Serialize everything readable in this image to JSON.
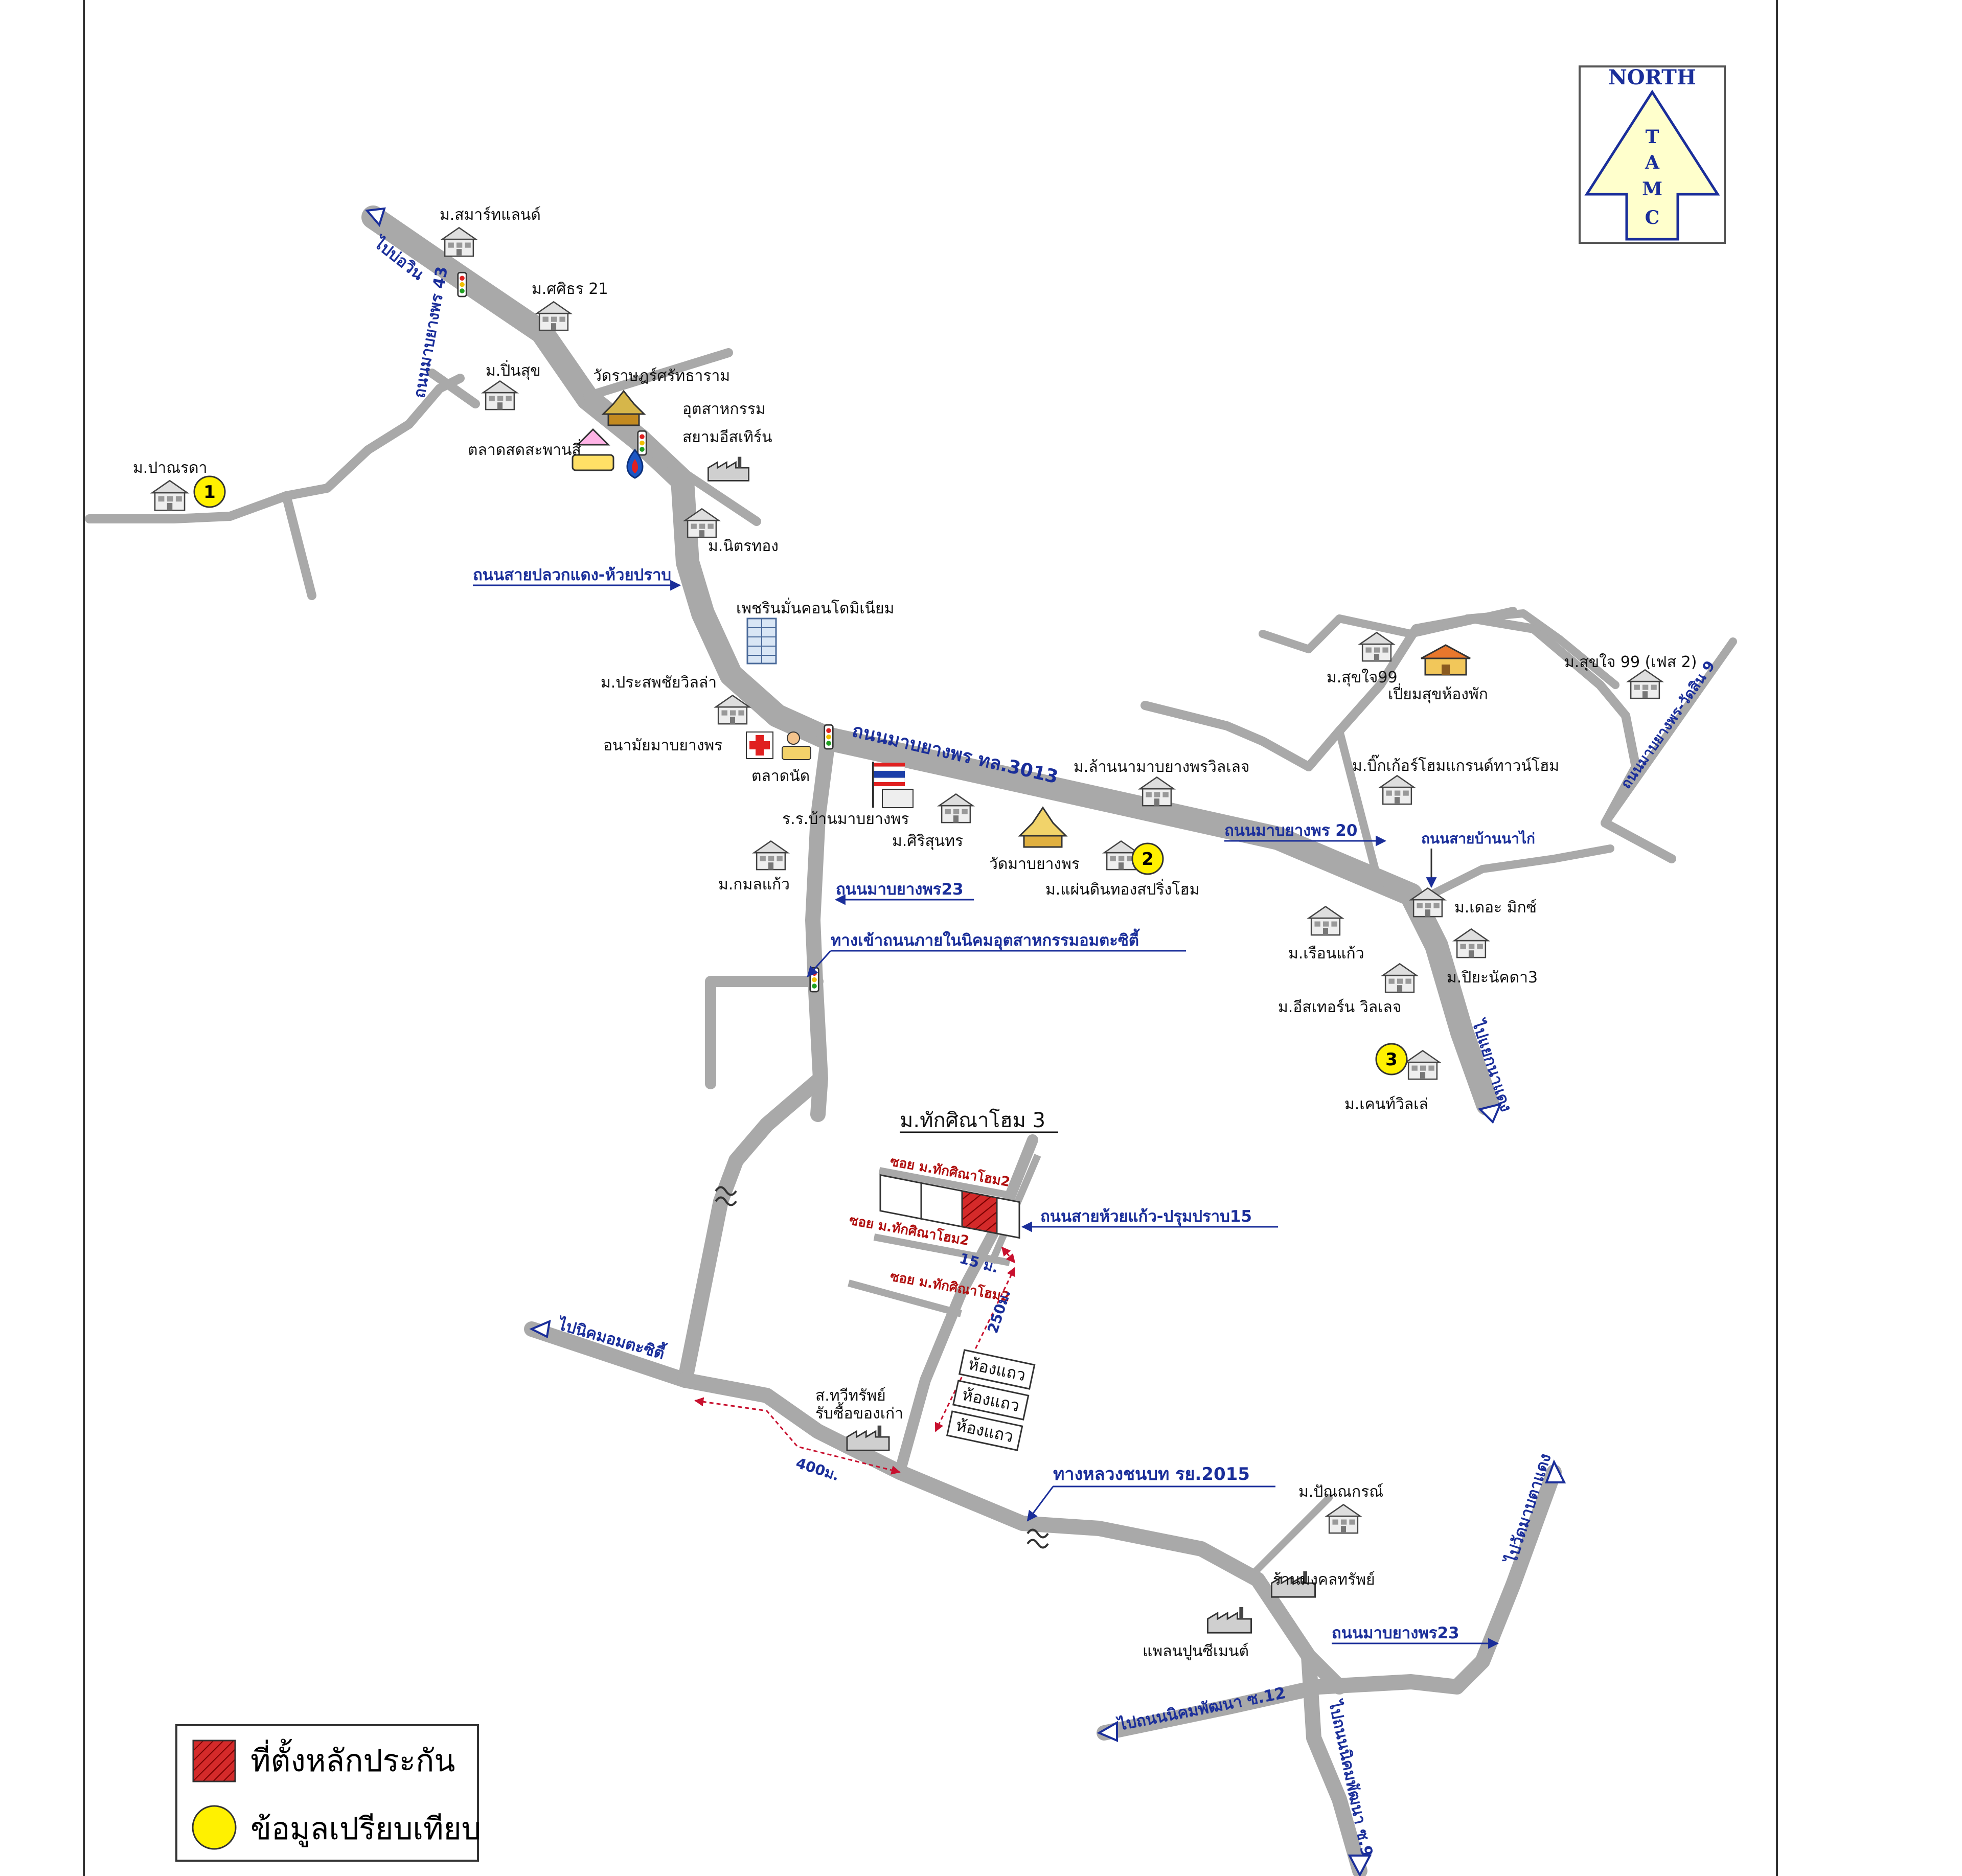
{
  "north": {
    "label": "NORTH",
    "letters": [
      "T",
      "A",
      "M",
      "C"
    ]
  },
  "legend": {
    "collateral": "ที่ตั้งหลักประกัน",
    "comparison": "ข้อมูลเปรียบเทียบ",
    "collateral_color": "#d42a2a",
    "comparison_color": "#fff100"
  },
  "colors": {
    "road": "#a9a9a9",
    "road_label": "#1a2e9a",
    "red_dim": "#c8102e"
  },
  "road_labels": {
    "to_bowin": "ไปบ่อวิน",
    "mabyangporn43": "ถนนมาบยางพร 43",
    "plaogamdaeng": "ถนนสายปลวกแดง-ห้วยปราบ",
    "m3013": "ถนนมาบยางพร ทล.3013",
    "mabyangporn20": "ถนนมาบยางพร 20",
    "bannakai": "ถนนสายบ้านนาไก่",
    "mabyangporn_watsin9": "ถนนมาบยางพร-วัดสิน 9",
    "mabyangporn23_a": "ถนนมาบยางพร23",
    "amata_entrance": "ทางเข้าถนนภายในนิคมอุตสาหกรรมอมตะซิตี้",
    "to_kamnandaeng": "ไปแยกนาแดง",
    "huaikaew": "ถนนสายห้วยแก้ว-ปรุมปราบ15",
    "to_amata": "ไปนิคมอมตะซิตี้",
    "ry2015": "ทางหลวงชนบท รย.2015",
    "mabyangporn23_b": "ถนนมาบยางพร23",
    "to_watmabkha": "ไปวัดมาบตาแดง",
    "to_nikhom12": "ไปถนนนิคมพัฒนา ซ.12",
    "to_nikhom9": "ไปถนนนิคมพัฒนา ซ.9"
  },
  "places": {
    "smarthland": "ม.สมาร์ทแลนด์",
    "sirin21": "ม.ศศิธร 21",
    "pinsuk": "ม.ปิ่นสุข",
    "watrathan": "วัดราษฎร์ศรัทธาราม",
    "industry": "อุตสาหกรรม",
    "industry2": "สยามอีสเทิร์น",
    "market_sd": "ตลาดสดสะพานสี่",
    "pranraka": "ม.ปาณรดา",
    "nittong": "ม.นิตรทอง",
    "petchrin": "เพชรินมั่นคอนโดมิเนียม",
    "prasatchai": "ม.ประสพชัยวิลล่า",
    "anamai": "อนามัยมาบยางพร",
    "market_kn": "ตลาดนัด",
    "school": "ร.ร.บ้านมาบยางพร",
    "sirisuntorn": "ม.ศิริสุนทร",
    "watmab": "วัดมาบยางพร",
    "lannanamab": "ม.ล้านนามาบยางพรวิลเลจ",
    "pendin": "ม.แผ่นดินทองสปริ่งโฮม",
    "kamolkaew": "ม.กมลแก้ว",
    "sukchai99": "ม.สุขใจ99",
    "piemsuk": "เปี่ยมสุขห้องพัก",
    "sukchai99f2": "ม.สุขใจ 99 (เฟส 2)",
    "bigger": "ม.บิ๊กเก้อร์โฮมแกรนด์ทาวน์โฮม",
    "themix": "ม.เดอะ มิกซ์",
    "ruenkaew": "ม.เรือนแก้ว",
    "piyanakda": "ม.ปิยะนัคดา3",
    "eastern": "ม.อีสเทอร์น วิลเลจ",
    "kenrille": "ม.เคนท์วิลเล่",
    "thaksina": "ม.ทักศิณาโฮม 3",
    "sawit": "ส.ทวีทรัพย์",
    "sawit2": "รับซื้อของเก่า",
    "panna": "ม.ปัณณกรณ์",
    "mongkol": "ร้านมงคลทรัพย์",
    "plant": "แพลนปูนซีเมนต์",
    "shop": "ห้องแถว"
  },
  "soi": {
    "soi_top": "ซอย ม.ทักศิณาโฮม2",
    "soi_mid": "ซอย ม.ทักศิณาโฮม2",
    "soi_bot": "ซอย ม.ทักศิณาโฮม2"
  },
  "distances": {
    "d15": "15 ม.",
    "d250": "250ม.",
    "d400": "400ม."
  },
  "markers": {
    "m1": "1",
    "m2": "2",
    "m3": "3"
  }
}
